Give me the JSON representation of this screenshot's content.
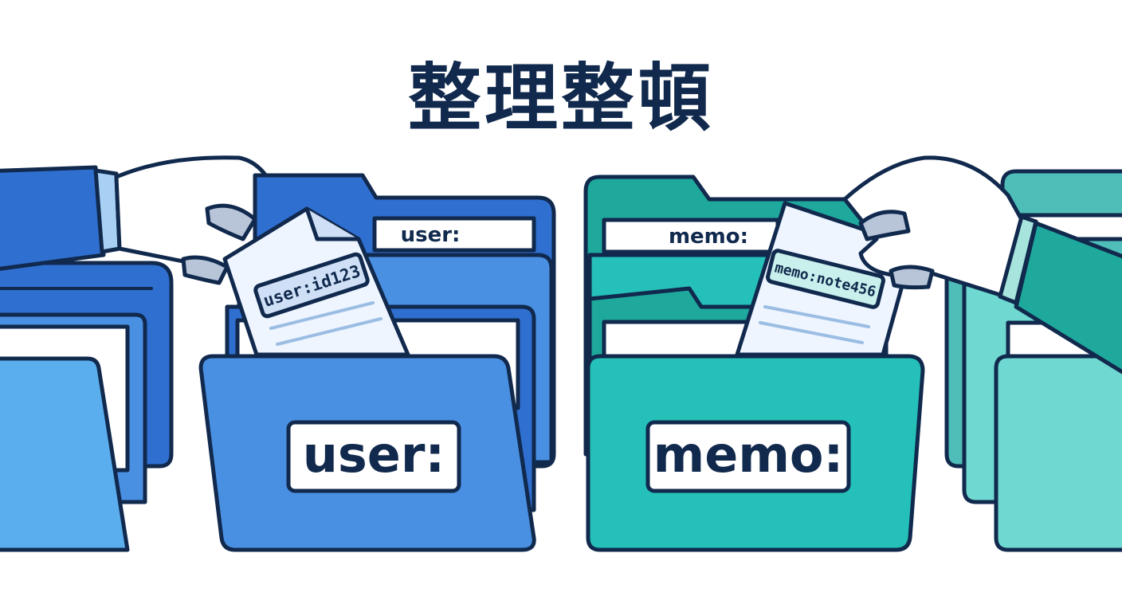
{
  "title": "整理整頓",
  "colors": {
    "outline": "#10294d",
    "blue_dark": "#2f6fd0",
    "blue_mid": "#4a90e2",
    "blue_light": "#5aaeed",
    "teal_dark": "#1fa89c",
    "teal_mid": "#25c0b8",
    "teal_light": "#6fd8d0",
    "paper": "#eef5ff"
  },
  "blue_group": {
    "back_tab_label": "user:",
    "front_label": "user:",
    "document_tag": "user:id123"
  },
  "teal_group": {
    "back_tab_label": "memo:",
    "front_label": "memo:",
    "document_tag": "memo:note456"
  },
  "icons": [
    "hand-left-icon",
    "hand-right-icon",
    "document-icon",
    "folder-icon"
  ]
}
